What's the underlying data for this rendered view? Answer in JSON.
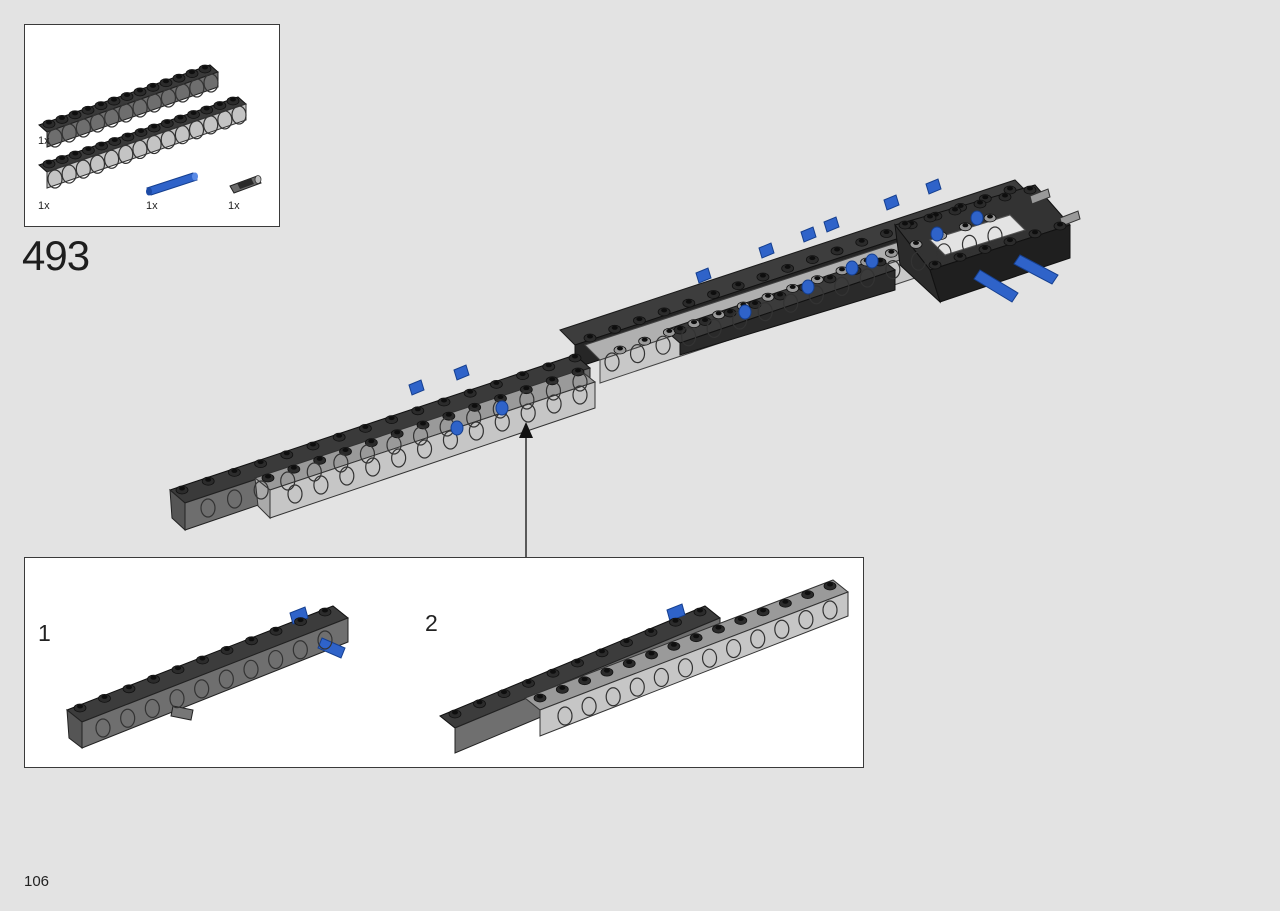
{
  "step": {
    "number": "493"
  },
  "page": {
    "number": "106"
  },
  "parts_list": {
    "items": [
      {
        "name": "technic-beam-13-dark-grey",
        "quantity": "1x"
      },
      {
        "name": "technic-beam-13-light-grey",
        "quantity": "1x"
      },
      {
        "name": "technic-pin-blue",
        "quantity": "1x"
      },
      {
        "name": "technic-pin-grey",
        "quantity": "1x"
      }
    ]
  },
  "sub_steps": [
    {
      "label": "1"
    },
    {
      "label": "2"
    }
  ],
  "colors": {
    "background": "#e3e3e3",
    "dark_grey": "#4a4a4a",
    "light_grey": "#b9b9b9",
    "black": "#2a2a2a",
    "blue": "#2f63c9"
  }
}
